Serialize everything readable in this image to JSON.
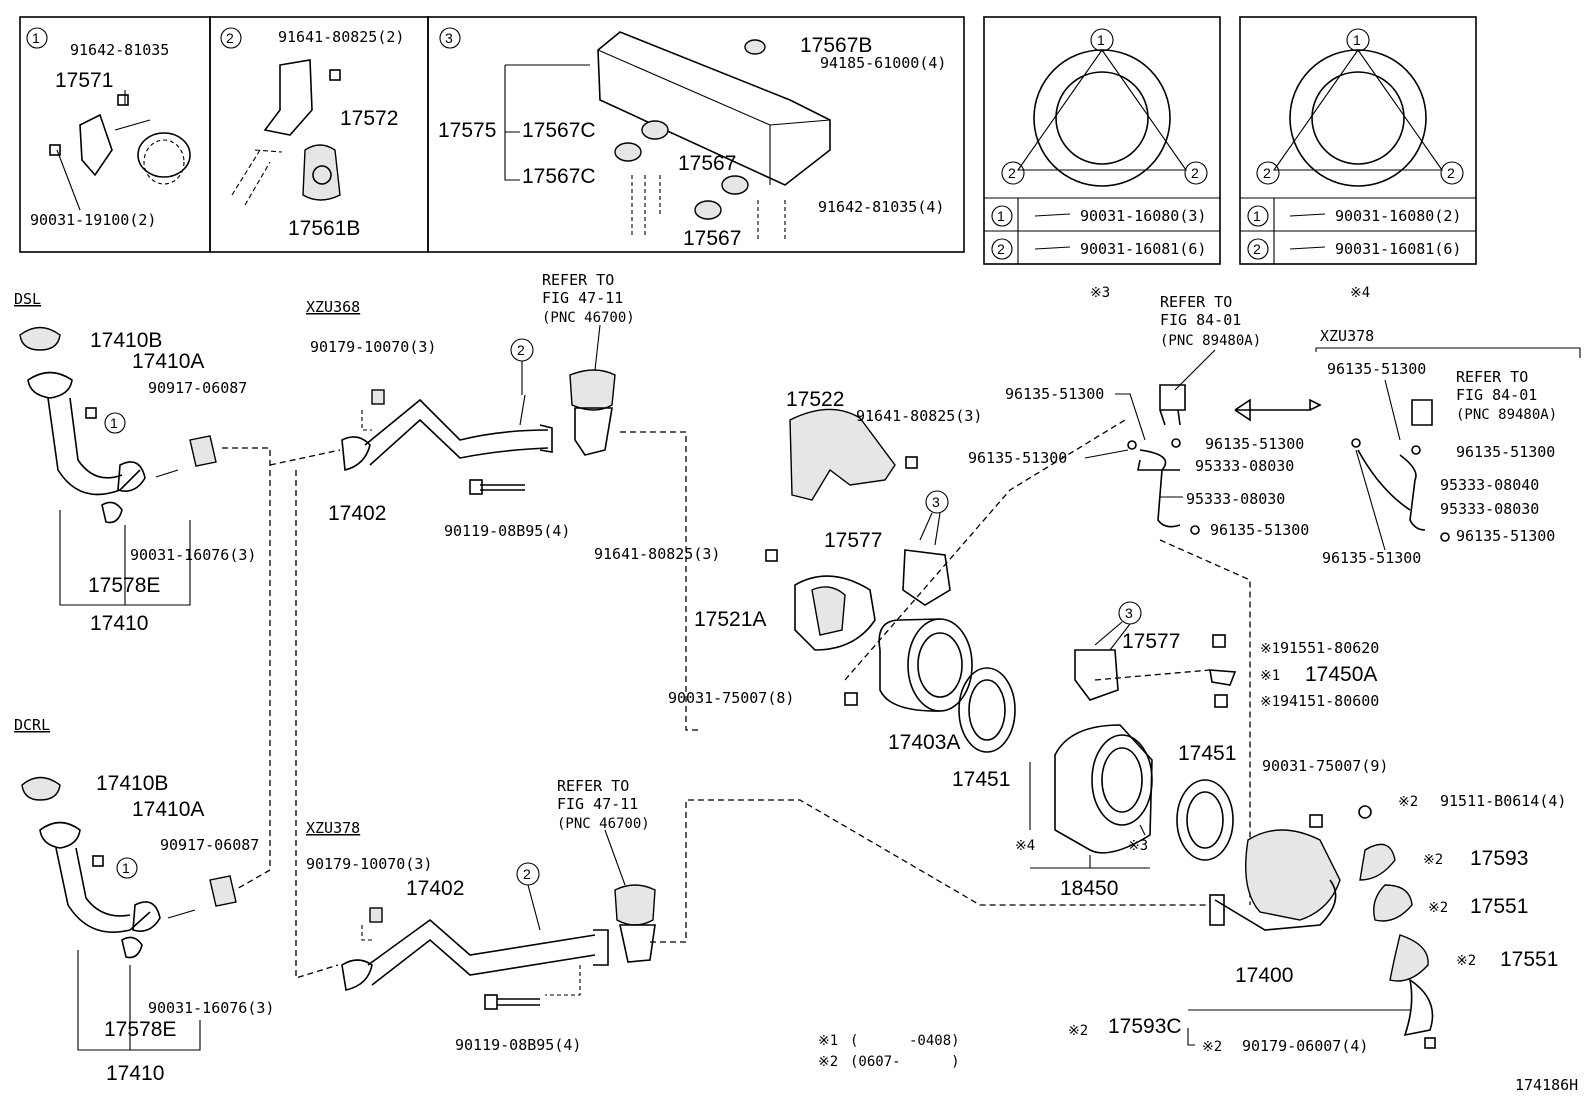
{
  "detail_boxes": {
    "d1": {
      "num": "1",
      "parts": {
        "bolt": "91642-81035",
        "bracket": "17571",
        "bolt2": "90031-19100(2)"
      }
    },
    "d2": {
      "num": "2",
      "parts": {
        "bolt": "91641-80825(2)",
        "bracket": "17572",
        "mount": "17561B"
      }
    },
    "d3": {
      "num": "3",
      "parts": {
        "frame": "17575",
        "cap_b": "17567B",
        "nut": "94185-61000(4)",
        "c1": "17567C",
        "c2": "17567C",
        "bolt": "91642-81035(4)",
        "r1": "17567",
        "r2": "17567"
      }
    },
    "flange_a": {
      "c1": "1",
      "c2": "2",
      "c3": "2",
      "row1_num": "1",
      "row1_pn": "90031-16080(3)",
      "row2_num": "2",
      "row2_pn": "90031-16081(6)",
      "note": "※3"
    },
    "flange_b": {
      "c1": "1",
      "c2": "2",
      "c3": "2",
      "row1_num": "1",
      "row1_pn": "90031-16080(2)",
      "row2_num": "2",
      "row2_pn": "90031-16081(6)",
      "note": "※4"
    }
  },
  "sections": {
    "dsl": "DSL",
    "dcrl": "DCRL",
    "xzu368": "XZU368",
    "xzu378_top": "XZU378",
    "xzu378_bottom": "XZU378"
  },
  "dsl": {
    "gasket": "17410B",
    "gasket2": "17410A",
    "gasket3": "90917-06087",
    "circle": "1",
    "clamp": "17578E",
    "stud": "90031-16076(3)",
    "pipe": "17410"
  },
  "dcrl": {
    "gasket": "17410B",
    "gasket2": "17410A",
    "gasket3": "90917-06087",
    "circle": "1",
    "clamp": "17578E",
    "stud": "90031-16076(3)",
    "pipe": "17410"
  },
  "xzu368": {
    "nut": "90179-10070(3)",
    "circle": "2",
    "pipe": "17402",
    "bolt": "90119-08B95(4)",
    "refer1": "REFER TO",
    "refer2": "FIG 47-11",
    "refer3": "(PNC 46700)"
  },
  "xzu378": {
    "nut": "90179-10070(3)",
    "pipe": "17402",
    "circle": "2",
    "bolt": "90119-08B95(4)",
    "refer1": "REFER TO",
    "refer2": "FIG 47-11",
    "refer3": "(PNC 46700)"
  },
  "center": {
    "heatshield": "17522",
    "bolt1": "91641-80825(3)",
    "bolt2": "91641-80825(3)",
    "bracket": "17577",
    "circle3a": "3",
    "mount": "17521A",
    "nut": "90031-75007(8)",
    "dpf": "17403A",
    "gasket": "17451",
    "bracket2": "17577",
    "circle3b": "3",
    "n1_mark": "※1",
    "n1_pn": "91551-80620",
    "n2_mark": "※1",
    "n2_pn": "17450A",
    "n3_mark": "※1",
    "n3_pn": "94151-80600",
    "stud4": "※4",
    "stud3": "※3",
    "catalyst": "18450",
    "gasket2": "17451",
    "nut9": "90031-75007(9)",
    "muffler": "17400",
    "s1_mark": "※2",
    "s1_pn": "91511-B0614(4)",
    "s2_mark": "※2",
    "s2_pn": "17593",
    "s3_mark": "※2",
    "s3_pn": "17551",
    "s4_mark": "※2",
    "s4_pn": "17551",
    "s5_mark": "※2",
    "s5_pn": "17593C",
    "s6_mark": "※2",
    "s6_pn": "90179-06007(4)"
  },
  "sensor_left": {
    "refer1": "REFER TO",
    "refer2": "FIG 84-01",
    "refer3": "(PNC 89480A)",
    "c1": "96135-51300",
    "c2": "96135-51300",
    "c3": "96135-51300",
    "hose1": "95333-08030",
    "hose2": "95333-08030",
    "c4": "96135-51300"
  },
  "sensor_right": {
    "refer1": "REFER TO",
    "refer2": "FIG 84-01",
    "refer3": "(PNC 89480A)",
    "c1": "96135-51300",
    "c2": "96135-51300",
    "hose1": "95333-08040",
    "hose2": "95333-08030",
    "c3": "96135-51300",
    "c4": "96135-51300"
  },
  "footnotes": {
    "n1_mark": "※1",
    "n1_text": "(      -0408)",
    "n2_mark": "※2",
    "n2_text": "(0607-      )"
  },
  "figure_id": "174186H"
}
